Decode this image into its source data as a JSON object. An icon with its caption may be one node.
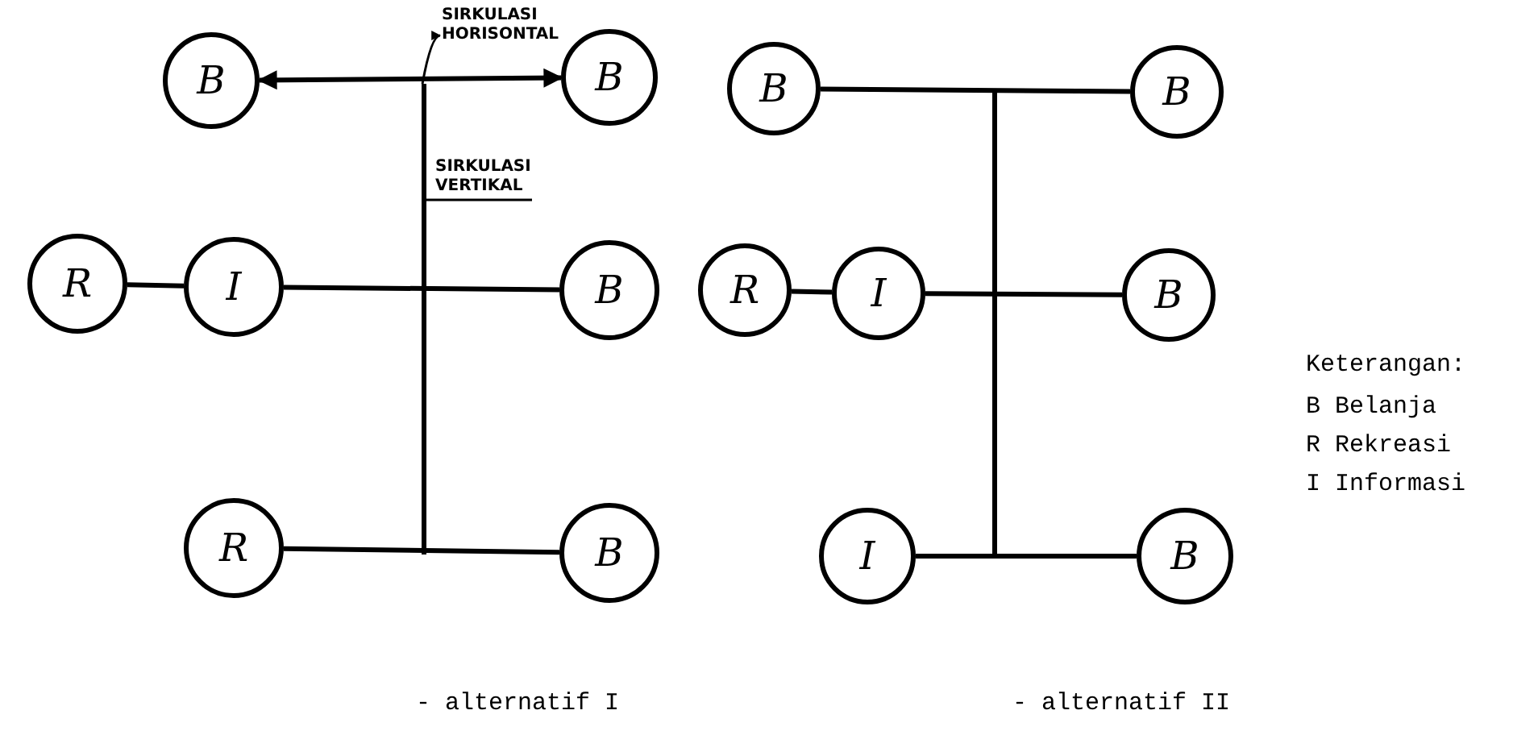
{
  "diagram": {
    "nodes": [
      {
        "text": [
          "B"
        ]
      },
      {
        "text": [
          "B"
        ]
      },
      {
        "text": [
          "SIRKULASI HORISONTAL"
        ]
      },
      {
        "text": [
          "SIRKULASI VERTIKAL"
        ]
      },
      {
        "text": [
          "R"
        ]
      },
      {
        "text": [
          "I"
        ]
      },
      {
        "text": [
          "B"
        ]
      },
      {
        "text": [
          "R"
        ]
      },
      {
        "text": [
          "B"
        ]
      },
      {
        "text": [
          "B"
        ]
      },
      {
        "text": [
          "B"
        ]
      },
      {
        "text": [
          "R"
        ]
      },
      {
        "text": [
          "I"
        ]
      },
      {
        "text": [
          "B"
        ]
      },
      {
        "text": [
          "I"
        ]
      },
      {
        "text": [
          "B"
        ]
      }
    ],
    "edges": [
      {
        "from": 0,
        "to": 1,
        "arrow": "both"
      },
      {
        "from": null,
        "to": 2,
        "arrow": "to"
      },
      {
        "from": 3,
        "to": null,
        "arrow": "none"
      },
      {
        "from": 4,
        "to": 5,
        "arrow": "none"
      },
      {
        "from": 5,
        "to": 6,
        "arrow": "none"
      },
      {
        "from": 7,
        "to": 8,
        "arrow": "none"
      },
      {
        "from": 9,
        "to": 10,
        "arrow": "none"
      },
      {
        "from": 11,
        "to": 12,
        "arrow": "none"
      },
      {
        "from": 12,
        "to": 13,
        "arrow": "none"
      },
      {
        "from": 14,
        "to": 15,
        "arrow": "none"
      }
    ],
    "labels": [
      "Keterangan:",
      "- alternatif I",
      "- alternatif II"
    ],
    "legend": [
      {
        "text": "B Belanja"
      },
      {
        "text": "R Rekreasi"
      },
      {
        "text": "I Informasi"
      }
    ]
  }
}
